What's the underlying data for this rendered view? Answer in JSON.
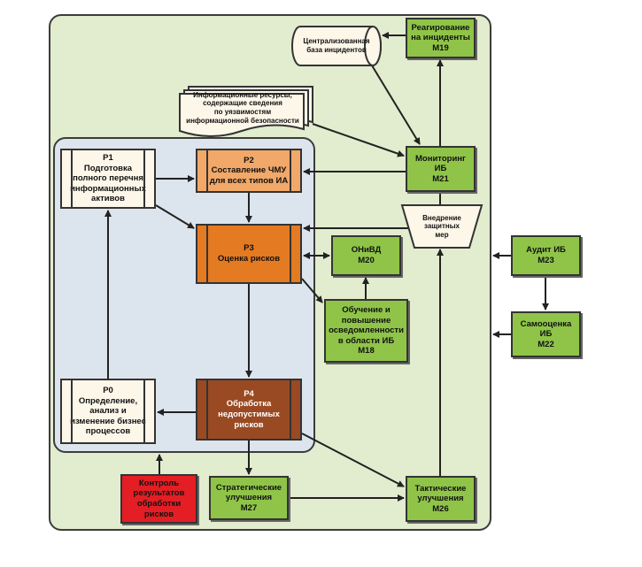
{
  "diagram": {
    "p1": {
      "label": "Р1\nПодготовка\nполного перечня\nинформационных\nактивов"
    },
    "p2": {
      "label": "Р2\nСоставление ЧМУ\nдля всех типов ИА"
    },
    "p3": {
      "label": "Р3\nОценка рисков"
    },
    "p4": {
      "label": "Р4\nОбработка\nнедопустимых\nрисков"
    },
    "p0": {
      "label": "Р0\nОпределение,\nанализ и\nизменение бизнес\nпроцессов"
    },
    "m19": {
      "label": "Реагирование\nна инциденты\nМ19"
    },
    "m21": {
      "label": "Мониторинг\nИБ\nМ21"
    },
    "m20": {
      "label": "ОНиВД\nМ20"
    },
    "m18": {
      "label": "Обучение и\nповышение\nосведомленности\nв области ИБ\nМ18"
    },
    "m23": {
      "label": "Аудит ИБ\nМ23"
    },
    "m22": {
      "label": "Самооценка\nИБ\nМ22"
    },
    "m27": {
      "label": "Стратегические\nулучшения\nМ27"
    },
    "m26": {
      "label": "Тактические\nулучшения\nМ26"
    },
    "control": {
      "label": "Контроль\nрезультатов\nобработки\nрисков"
    },
    "vnedrenie": {
      "label": "Внедрение\nзащитных\nмер"
    },
    "db": {
      "label": "Централизованная\nбаза инцидентов"
    },
    "resources": {
      "label": "Информационные ресурсы,\nсодержащие сведения\nпо уязвимостям\nинформационной безопасности"
    },
    "colors": {
      "background": "#e2ecce",
      "inner": "#dce4ee",
      "green": "#8fc448",
      "red": "#e31e24",
      "p2": "#f1a868",
      "p3": "#e47a22",
      "p4": "#9a4a22"
    }
  }
}
